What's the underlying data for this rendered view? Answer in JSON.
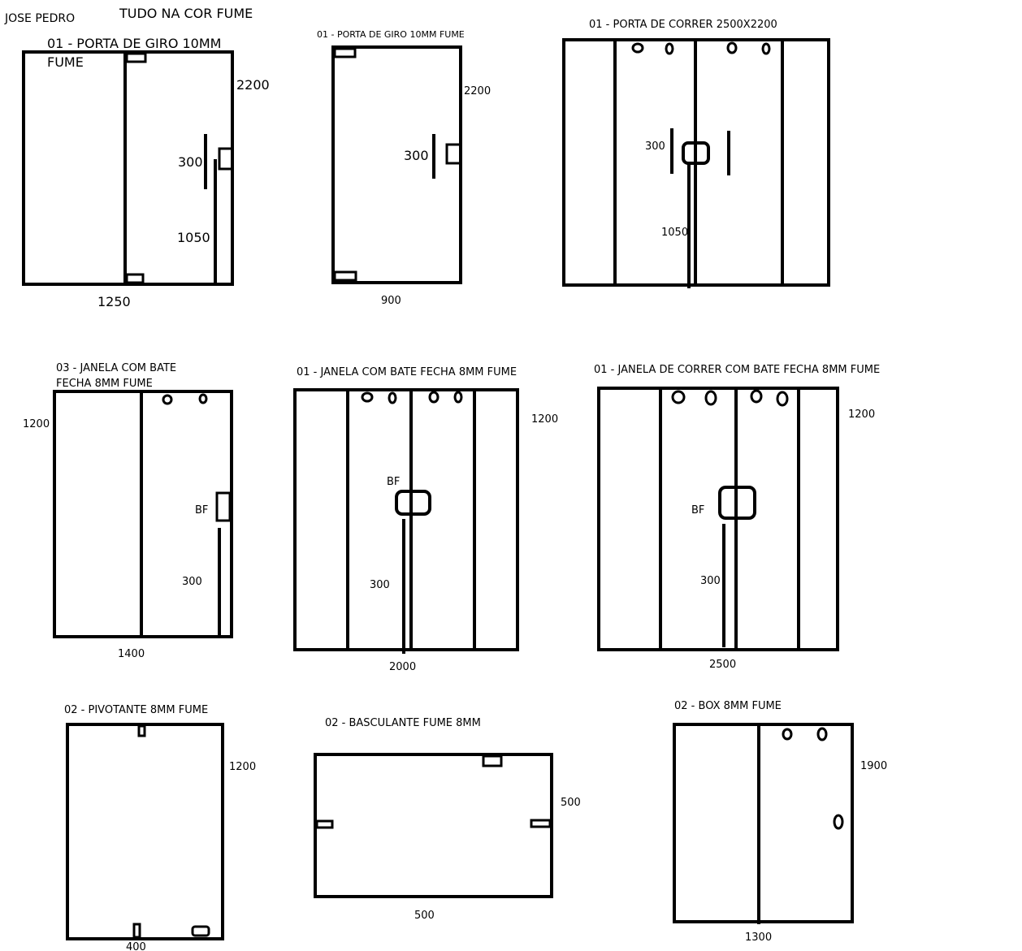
{
  "header": {
    "client": "JOSE PEDRO",
    "note": "TUDO NA COR FUME"
  },
  "items": [
    {
      "title_line1": "01 - PORTA DE GIRO 10MM",
      "title_line2": "FUME",
      "height": "2200",
      "width": "1250",
      "handle": "300",
      "handle_height": "1050"
    },
    {
      "title": "01 - PORTA DE GIRO 10MM FUME",
      "height": "2200",
      "width": "900",
      "handle": "300"
    },
    {
      "title": "01 - PORTA DE CORRER 2500X2200",
      "handle": "300",
      "handle_height": "1050"
    },
    {
      "title_line1": "03 - JANELA COM BATE",
      "title_line2": "FECHA 8MM FUME",
      "height": "1200",
      "width": "1400",
      "lock": "BF",
      "lock_height": "300"
    },
    {
      "title": "01 - JANELA COM BATE FECHA 8MM FUME",
      "height": "1200",
      "width": "2000",
      "lock": "BF",
      "lock_height": "300"
    },
    {
      "title": "01 - JANELA DE CORRER COM BATE FECHA 8MM FUME",
      "height": "1200",
      "width": "2500",
      "lock": "BF",
      "lock_height": "300"
    },
    {
      "title": "02 - PIVOTANTE 8MM FUME",
      "height": "1200",
      "width": "400"
    },
    {
      "title": "02 - BASCULANTE FUME 8MM",
      "height": "500",
      "width": "500"
    },
    {
      "title": "02 - BOX 8MM FUME",
      "height": "1900",
      "width": "1300"
    }
  ]
}
